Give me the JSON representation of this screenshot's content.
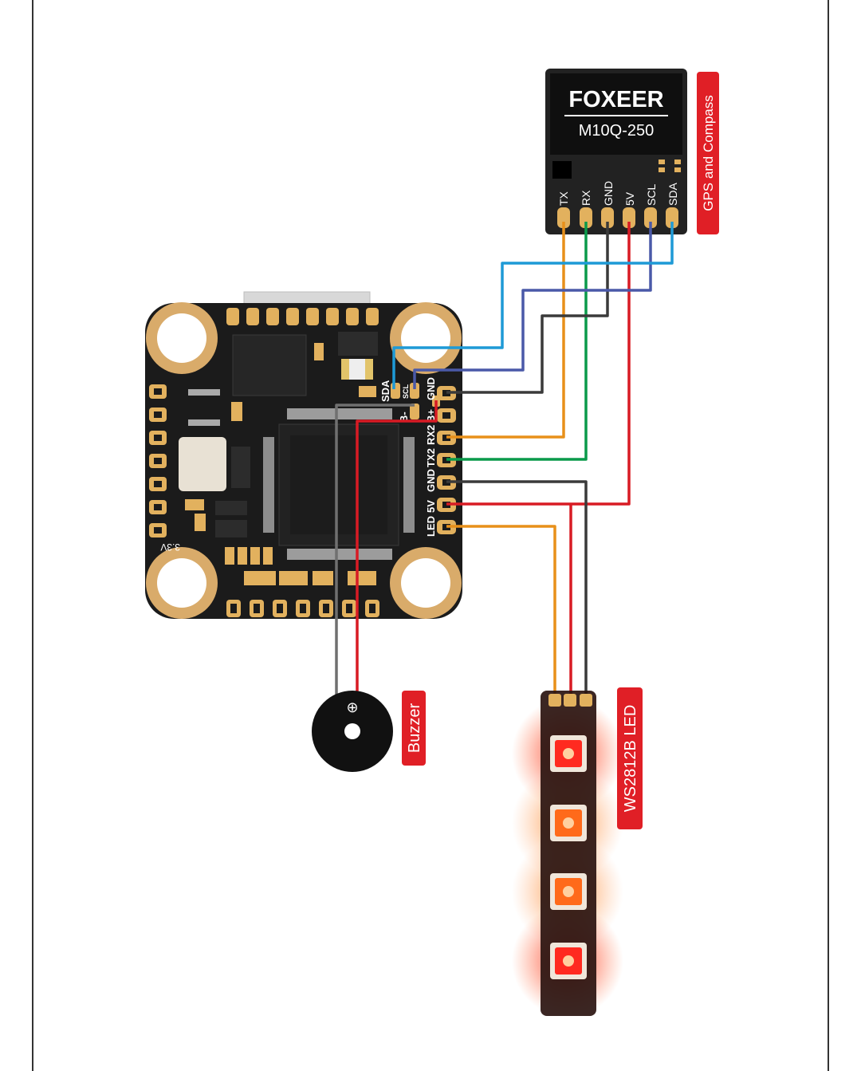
{
  "gps": {
    "brand": "FOXEER",
    "model": "M10Q-250",
    "pins": [
      "TX",
      "RX",
      "GND",
      "5V",
      "SCL",
      "SDA"
    ],
    "tag": "GPS and Compass"
  },
  "fc": {
    "pad_labels": [
      "SDA",
      "SCL",
      "GND",
      "B-",
      "B+",
      "RX2",
      "TX2",
      "GND",
      "5V",
      "LED"
    ],
    "voltage_label": "3.3V"
  },
  "buzzer": {
    "tag": "Buzzer",
    "polarity": "⊕"
  },
  "led": {
    "tag": "WS2812B LED",
    "count": 4
  },
  "colors": {
    "board": "#1b1b1b",
    "pad": "#e2b15e",
    "tag_red": "#e01f26",
    "wire_orange": "#e8901a",
    "wire_green": "#0a9a4a",
    "wire_dark": "#3a3a3a",
    "wire_red": "#d81b24",
    "wire_blue": "#1e9ad6",
    "wire_indigo": "#4a59a8",
    "wire_gray": "#707070"
  }
}
